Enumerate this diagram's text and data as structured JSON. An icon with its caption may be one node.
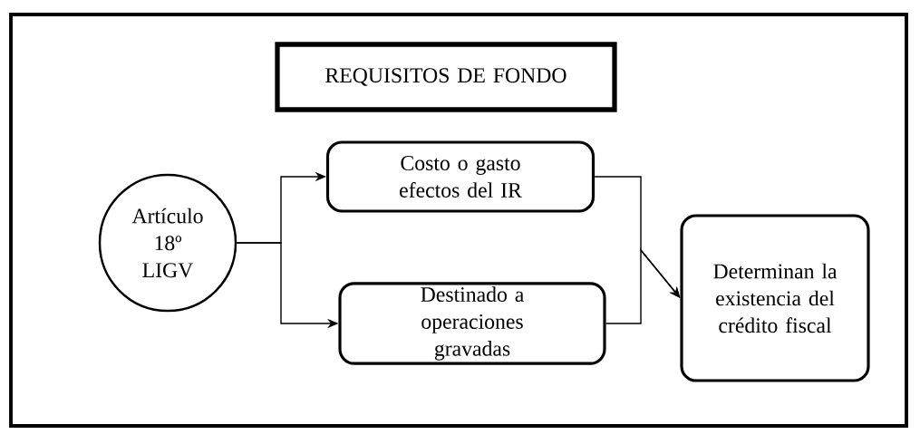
{
  "diagram": {
    "nodes": [
      {
        "text": [
          "REQUISITOS DE FONDO"
        ]
      },
      {
        "text": [
          "Artículo 18º LIGV"
        ]
      },
      {
        "text": [
          "Costo o gasto efectos del IR"
        ]
      },
      {
        "text": [
          "Destinado a operaciones gravadas"
        ]
      },
      {
        "text": [
          "Determinan la existencia del crédito fiscal"
        ]
      }
    ],
    "edges": [
      {
        "from": 1,
        "to": 2,
        "arrow": "to"
      },
      {
        "from": 1,
        "to": 3,
        "arrow": "to"
      },
      {
        "from": 2,
        "to": 4,
        "arrow": "to"
      },
      {
        "from": 3,
        "to": 4,
        "arrow": "to"
      }
    ]
  }
}
